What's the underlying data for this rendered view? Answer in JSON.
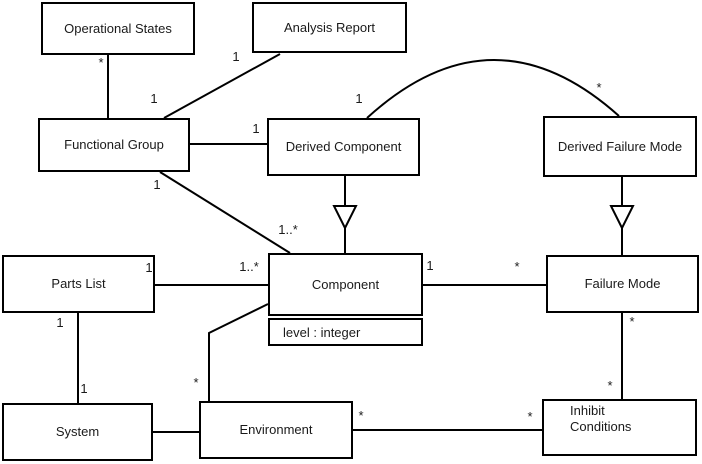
{
  "diagram_type": "uml-class-diagram",
  "colors": {
    "line": "#000000",
    "box_fill": "#ffffff",
    "text": "#1a1a1a",
    "background": "#ffffff"
  },
  "classes": {
    "operational_states": {
      "label": "Operational States"
    },
    "analysis_report": {
      "label": "Analysis Report"
    },
    "functional_group": {
      "label": "Functional Group"
    },
    "derived_component": {
      "label": "Derived Component"
    },
    "derived_failure_mode": {
      "label": "Derived Failure Mode"
    },
    "parts_list": {
      "label": "Parts List"
    },
    "component": {
      "label": "Component",
      "attribute": "level : integer"
    },
    "failure_mode": {
      "label": "Failure Mode"
    },
    "system": {
      "label": "System"
    },
    "environment": {
      "label": "Environment"
    },
    "inhibit_conditions": {
      "label": "Inhibit Conditions"
    }
  },
  "associations": [
    {
      "from": "Operational States",
      "to": "Functional Group",
      "from_label": "*",
      "to_label": "1"
    },
    {
      "from": "Functional Group",
      "to": "Analysis Report",
      "to_label": "1"
    },
    {
      "from": "Functional Group",
      "to": "Derived Component",
      "to_label": "1"
    },
    {
      "from": "Functional Group",
      "to": "Component",
      "from_label": "1",
      "to_label": "1..*"
    },
    {
      "from": "Derived Component",
      "to": "Derived Failure Mode",
      "from_label": "1",
      "to_label": "*"
    },
    {
      "from": "Parts List",
      "to": "Component",
      "from_label": "1",
      "to_label": "1..*"
    },
    {
      "from": "Parts List",
      "to": "System",
      "from_label": "1",
      "to_label": "1"
    },
    {
      "from": "Component",
      "to": "Failure Mode",
      "from_label": "1",
      "to_label": "*"
    },
    {
      "from": "Component",
      "to": "Environment",
      "to_label": "*"
    },
    {
      "from": "System",
      "to": "Environment"
    },
    {
      "from": "Failure Mode",
      "to": "Inhibit Conditions",
      "from_label": "*",
      "to_label": "*"
    },
    {
      "from": "Environment",
      "to": "Inhibit Conditions",
      "from_label": "*",
      "to_label": "*"
    }
  ],
  "generalizations": [
    {
      "child": "Derived Component",
      "parent": "Component"
    },
    {
      "child": "Derived Failure Mode",
      "parent": "Failure Mode"
    }
  ]
}
